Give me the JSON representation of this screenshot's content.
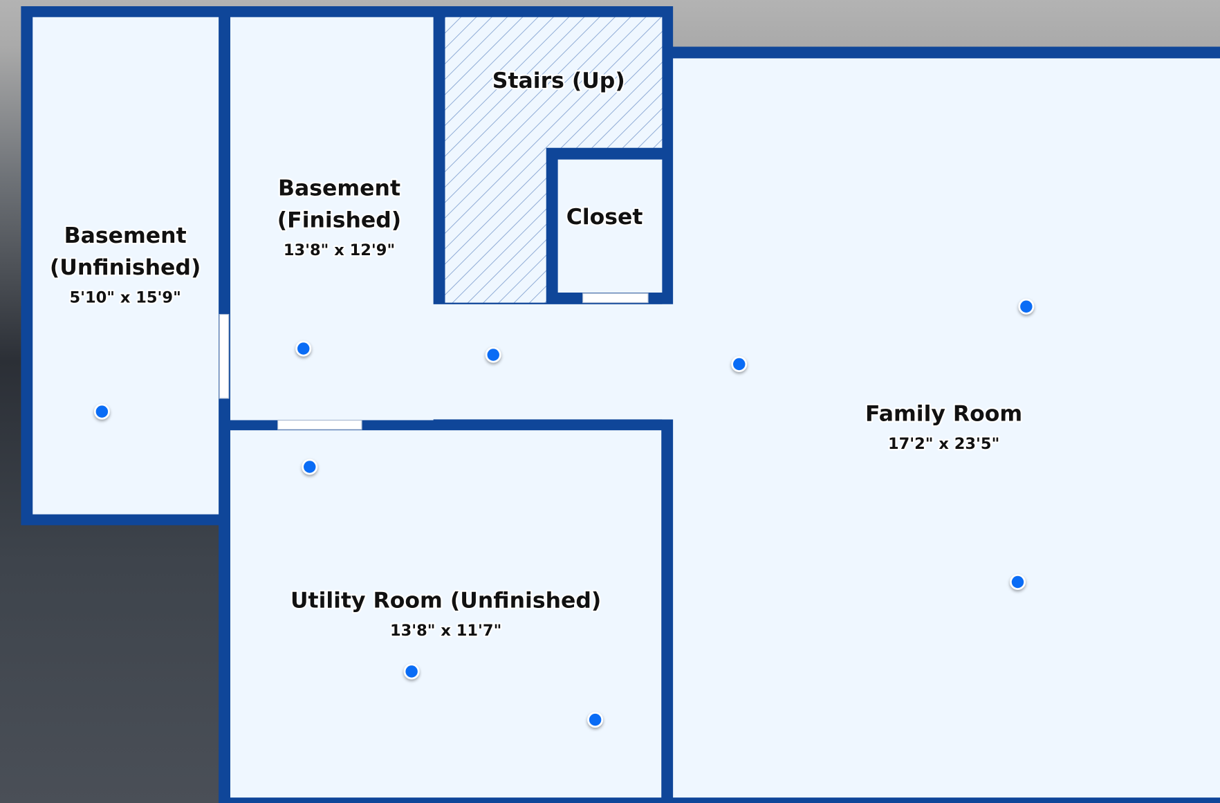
{
  "colors": {
    "wall": "#0f4699",
    "floor": "#eff7ff",
    "marker": "#0a6cf5"
  },
  "rooms": [
    {
      "name_lines": [
        "Basement",
        "(Unfinished)"
      ],
      "dimensions": "5'10\" x 15'9\""
    },
    {
      "name_lines": [
        "Basement",
        "(Finished)"
      ],
      "dimensions": "13'8\" x 12'9\""
    },
    {
      "name_lines": [
        "Stairs (Up)"
      ]
    },
    {
      "name_lines": [
        "Closet"
      ]
    },
    {
      "name_lines": [
        "Family Room"
      ],
      "dimensions": "17'2\" x 23'5\""
    },
    {
      "name_lines": [
        "Utility Room (Unfinished)"
      ],
      "dimensions": "13'8\" x 11'7\""
    }
  ],
  "photo_markers_count": 9
}
